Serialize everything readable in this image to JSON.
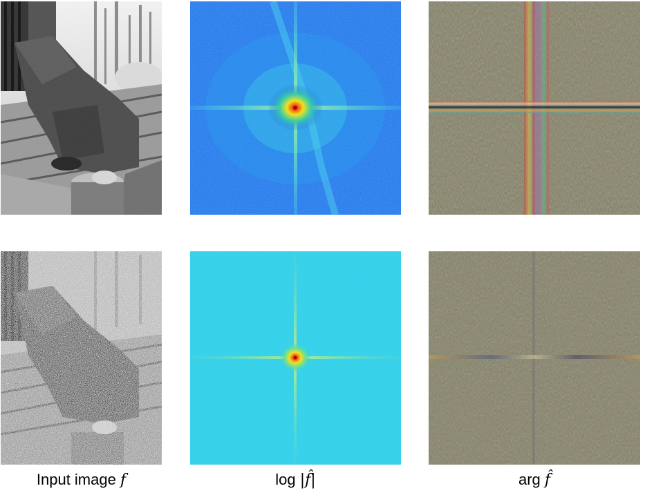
{
  "figure": {
    "captions": {
      "input_text": "Input image ",
      "input_symbol": "f",
      "magnitude_op": "log ",
      "magnitude_symbol": "|f̂|",
      "phase_op": "arg ",
      "phase_symbol": "f̂"
    },
    "colors": {
      "magnitude_bg_clean": "#1e6fe8",
      "magnitude_bg_noisy": "#2fcfe6",
      "phase_bg": "#7d7a62",
      "peak_center": "#d0101a",
      "peak_mid": "#f0e020",
      "peak_outer": "#40d0a0"
    }
  }
}
